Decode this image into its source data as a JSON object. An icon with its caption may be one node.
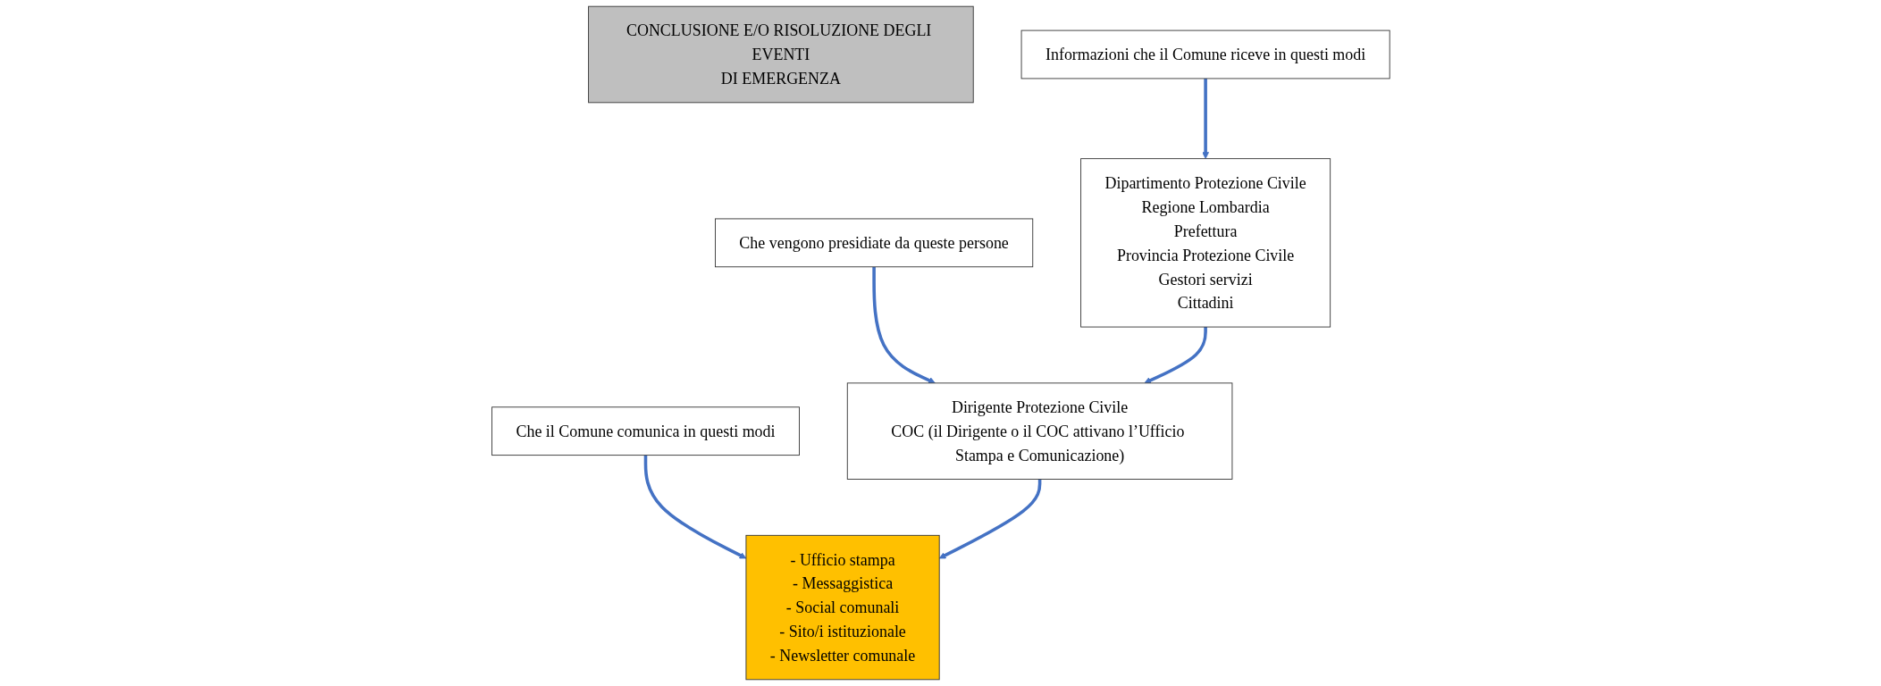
{
  "diagram": {
    "nodes": [
      {
        "text": [
          "CONCLUSIONE E/O RISOLUZIONE DEGLI EVENTI",
          "DI EMERGENZA"
        ]
      },
      {
        "text": [
          "Informazioni che il Comune riceve in questi modi"
        ]
      },
      {
        "text": [
          "Che vengono presidiate da queste persone"
        ]
      },
      {
        "text": [
          "Che il Comune comunica in questi modi"
        ]
      },
      {
        "text": [
          "Dipartimento Protezione Civile",
          "Regione Lombardia",
          "Prefettura",
          "Provincia Protezione Civile",
          "Gestori servizi",
          "Cittadini"
        ]
      },
      {
        "text": [
          "Dirigente Protezione Civile",
          "COC (il Dirigente o il COC attivano l’Ufficio Stampa e Comunicazione)"
        ]
      },
      {
        "text": [
          "- Ufficio stampa",
          "- Messaggistica",
          "- Social comunali",
          "- Sito/i istituzionale",
          "- Newsletter comunale"
        ]
      }
    ],
    "edges": [
      {
        "from": 1,
        "to": 4,
        "arrow": "to"
      },
      {
        "from": 2,
        "to": 5,
        "arrow": "to"
      },
      {
        "from": 3,
        "to": 6,
        "arrow": "to"
      },
      {
        "from": 4,
        "to": 5,
        "arrow": "to"
      },
      {
        "from": 5,
        "to": 6,
        "arrow": "to"
      }
    ]
  }
}
